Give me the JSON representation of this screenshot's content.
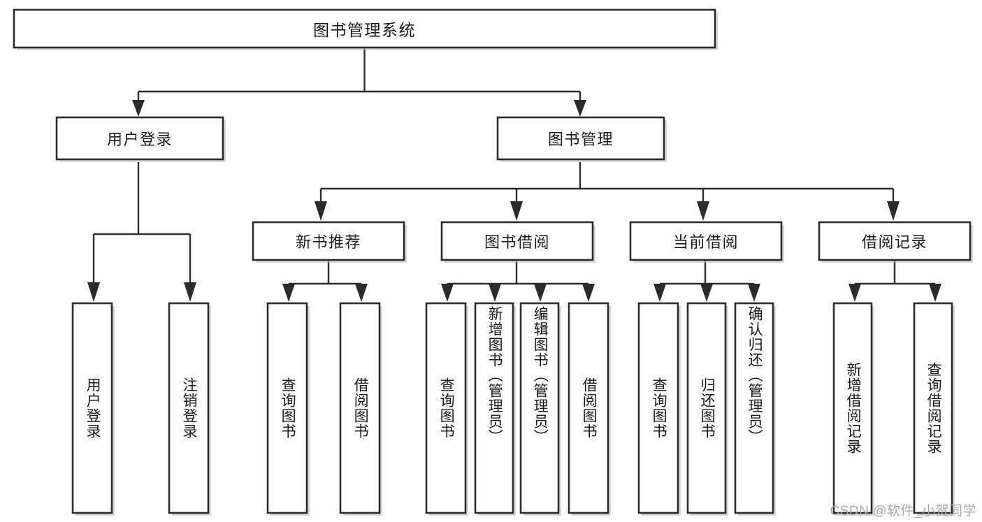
{
  "diagram": {
    "type": "tree",
    "title": "图书管理系统",
    "root": {
      "id": "root",
      "label": "图书管理系统",
      "orientation": "horizontal"
    },
    "level1": [
      {
        "id": "user-login",
        "label": "用户登录",
        "orientation": "horizontal"
      },
      {
        "id": "book-management",
        "label": "图书管理",
        "orientation": "horizontal"
      }
    ],
    "level2": [
      {
        "id": "new-book-recommend",
        "label": "新书推荐",
        "orientation": "horizontal",
        "parent": "book-management"
      },
      {
        "id": "book-borrow",
        "label": "图书借阅",
        "orientation": "horizontal",
        "parent": "book-management"
      },
      {
        "id": "current-borrow",
        "label": "当前借阅",
        "orientation": "horizontal",
        "parent": "book-management"
      },
      {
        "id": "borrow-record",
        "label": "借阅记录",
        "orientation": "horizontal",
        "parent": "book-management"
      }
    ],
    "leaves": [
      {
        "id": "leaf-user-login",
        "label": "用户登录",
        "orientation": "vertical",
        "parent": "user-login"
      },
      {
        "id": "leaf-user-logout",
        "label": "注销登录",
        "orientation": "vertical",
        "parent": "user-login"
      },
      {
        "id": "leaf-query-book-1",
        "label": "查询图书",
        "orientation": "vertical",
        "parent": "new-book-recommend"
      },
      {
        "id": "leaf-borrow-book-1",
        "label": "借阅图书",
        "orientation": "vertical",
        "parent": "new-book-recommend"
      },
      {
        "id": "leaf-query-book-2",
        "label": "查询图书",
        "orientation": "vertical",
        "parent": "book-borrow"
      },
      {
        "id": "leaf-add-book",
        "label": "新增图书（管理员）",
        "orientation": "vertical",
        "parent": "book-borrow"
      },
      {
        "id": "leaf-edit-book",
        "label": "编辑图书（管理员）",
        "orientation": "vertical",
        "parent": "book-borrow"
      },
      {
        "id": "leaf-borrow-book-2",
        "label": "借阅图书",
        "orientation": "vertical",
        "parent": "book-borrow"
      },
      {
        "id": "leaf-query-book-3",
        "label": "查询图书",
        "orientation": "vertical",
        "parent": "current-borrow"
      },
      {
        "id": "leaf-return-book",
        "label": "归还图书",
        "orientation": "vertical",
        "parent": "current-borrow"
      },
      {
        "id": "leaf-confirm-return",
        "label": "确认归还（管理员）",
        "orientation": "vertical",
        "parent": "current-borrow"
      },
      {
        "id": "leaf-add-record",
        "label": "新增借阅记录",
        "orientation": "vertical",
        "parent": "borrow-record"
      },
      {
        "id": "leaf-query-record",
        "label": "查询借阅记录",
        "orientation": "vertical",
        "parent": "borrow-record"
      }
    ]
  },
  "watermark": {
    "text": "CSDN @软件_小贺同学"
  },
  "colors": {
    "stroke": "#2b2b2b",
    "fill": "#ffffff",
    "text": "#1a1a1a",
    "watermark": "#a9a9a9",
    "background": "#ffffff"
  }
}
